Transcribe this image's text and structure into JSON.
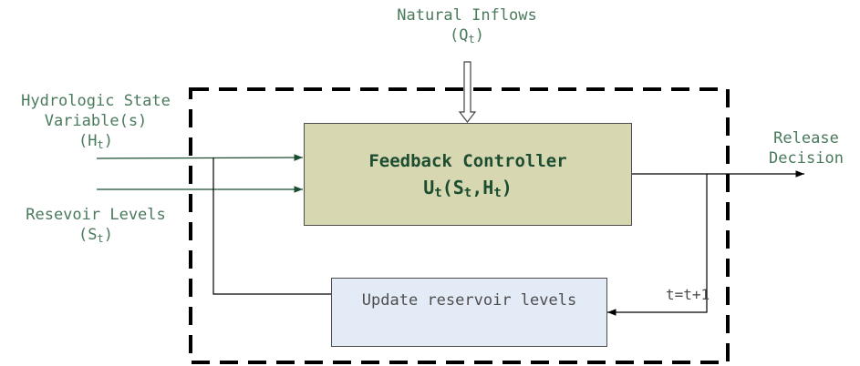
{
  "inputs": {
    "natural_inflows": {
      "title": "Natural Inflows",
      "symbol": "Q",
      "sub": "t"
    },
    "hydrologic_state": {
      "line1": "Hydrologic State",
      "line2": "Variable(s)",
      "symbol": "H",
      "sub": "t"
    },
    "reservoir_levels": {
      "title": "Resevoir Levels",
      "symbol": "S",
      "sub": "t"
    }
  },
  "controller": {
    "title": "Feedback Controller",
    "formula": {
      "u": "U",
      "u_sub": "t",
      "open": "(",
      "s": "S",
      "s_sub": "t",
      "comma": ",",
      "h": "H",
      "h_sub": "t",
      "close": ")"
    }
  },
  "update": {
    "label": "Update reservoir levels"
  },
  "iteration": {
    "label": "t=t+1"
  },
  "output": {
    "line1": "Release",
    "line2": "Decision"
  },
  "colors": {
    "label_text": "#4a7a5c",
    "controller_fill": "#d7d8b2",
    "controller_text": "#1d4d31",
    "update_fill": "#e3ebf6",
    "input_arrow": "#1d4d31",
    "wire": "#000000"
  }
}
